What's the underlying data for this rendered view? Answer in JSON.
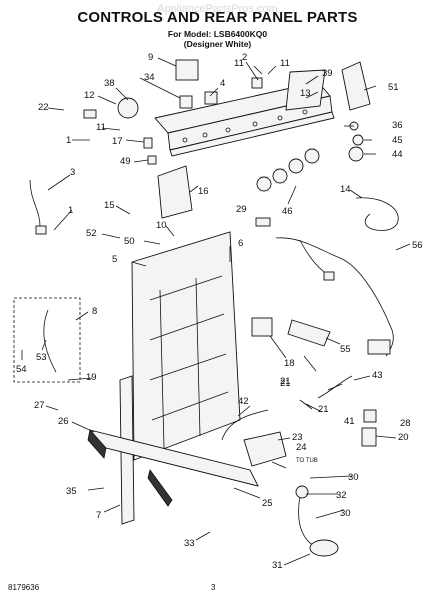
{
  "title": "CONTROLS AND REAR PANEL PARTS",
  "subtitle_line1": "For Model: LSB6400KQ0",
  "subtitle_line2": "(Designer White)",
  "watermark": "AppliancePartsPros.com",
  "footer_left": "8179636",
  "footer_page": "3",
  "callouts": [
    {
      "n": "1"
    },
    {
      "n": "1"
    },
    {
      "n": "2"
    },
    {
      "n": "3"
    },
    {
      "n": "4"
    },
    {
      "n": "5"
    },
    {
      "n": "6"
    },
    {
      "n": "7"
    },
    {
      "n": "8"
    },
    {
      "n": "9"
    },
    {
      "n": "10"
    },
    {
      "n": "11"
    },
    {
      "n": "11"
    },
    {
      "n": "11"
    },
    {
      "n": "12"
    },
    {
      "n": "13"
    },
    {
      "n": "14"
    },
    {
      "n": "15"
    },
    {
      "n": "16"
    },
    {
      "n": "17"
    },
    {
      "n": "18"
    },
    {
      "n": "19"
    },
    {
      "n": "20"
    },
    {
      "n": "21"
    },
    {
      "n": "21"
    },
    {
      "n": "21"
    },
    {
      "n": "22"
    },
    {
      "n": "23"
    },
    {
      "n": "24"
    },
    {
      "n": "25"
    },
    {
      "n": "26"
    },
    {
      "n": "27"
    },
    {
      "n": "28"
    },
    {
      "n": "29"
    },
    {
      "n": "30"
    },
    {
      "n": "30"
    },
    {
      "n": "31"
    },
    {
      "n": "32"
    },
    {
      "n": "33"
    },
    {
      "n": "34"
    },
    {
      "n": "35"
    },
    {
      "n": "36"
    },
    {
      "n": "38"
    },
    {
      "n": "39"
    },
    {
      "n": "41"
    },
    {
      "n": "42"
    },
    {
      "n": "43"
    },
    {
      "n": "44"
    },
    {
      "n": "45"
    },
    {
      "n": "46"
    },
    {
      "n": "49"
    },
    {
      "n": "50"
    },
    {
      "n": "51"
    },
    {
      "n": "52"
    },
    {
      "n": "53"
    },
    {
      "n": "54"
    },
    {
      "n": "55"
    },
    {
      "n": "56"
    }
  ],
  "tub_label": "TO TUB"
}
